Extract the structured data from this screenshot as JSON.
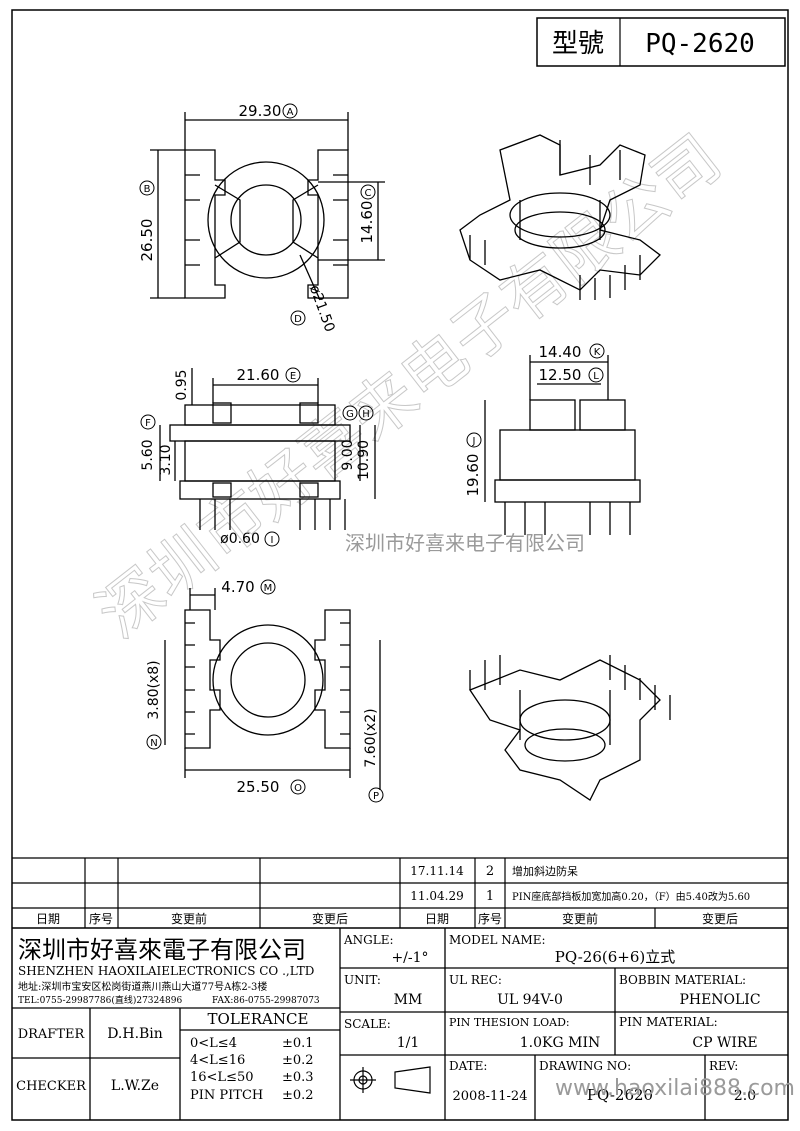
{
  "header": {
    "model_label": "型號",
    "model_value": "PQ-2620"
  },
  "dimensions": {
    "A": "29.30",
    "B": "26.50",
    "C": "14.60",
    "D": "ø21.50",
    "E": "21.60",
    "F": "5.60",
    "F2": "3.10",
    "G": "9.00",
    "H": "10.90",
    "I": "ø0.60",
    "K": "14.40",
    "L": "12.50",
    "J": "19.60",
    "top_pin": "0.95",
    "M": "4.70",
    "N": "3.80(x8)",
    "O": "25.50",
    "P": "7.60(x2)"
  },
  "markers": {
    "A": "A",
    "B": "B",
    "C": "C",
    "D": "D",
    "E": "E",
    "F": "F",
    "G": "G",
    "H": "H",
    "I": "I",
    "J": "J",
    "K": "K",
    "L": "L",
    "M": "M",
    "N": "N",
    "O": "O",
    "P": "P"
  },
  "watermark": {
    "main": "深圳市好喜来电子有限公司",
    "secondary": "深圳市好喜来电子有限公司",
    "site": "www.haoxilai888.com"
  },
  "revisions": {
    "rows": [
      {
        "date": "17.11.14",
        "no": "2",
        "after": "增加斜边防呆"
      },
      {
        "date": "11.04.29",
        "no": "1",
        "after": "PIN座底部挡板加宽加高0.20，（F）由5.40改为5.60"
      }
    ],
    "headers": {
      "date_l": "日期",
      "no_l": "序号",
      "before_l": "变更前",
      "after_l": "变更后",
      "date_r": "日期",
      "no_r": "序号",
      "before_r": "变更前",
      "after_r": "变更后"
    }
  },
  "company": {
    "name_cn": "深圳市好喜來電子有限公司",
    "name_en": "SHENZHEN HAOXILAIELECTRONICS CO .,LTD",
    "address": "地址:深圳市宝安区松岗街道燕川燕山大道77号A栋2-3楼",
    "tel": "TEL:0755-29987786(直线)27324896",
    "fax": "FAX:86-0755-29987073"
  },
  "title_block": {
    "angle_label": "ANGLE:",
    "angle_value": "+/-1°",
    "model_label": "MODEL NAME:",
    "model_value": "PQ-26(6+6)立式",
    "unit_label": "UNIT:",
    "unit_value": "MM",
    "ulrec_label": "UL REC:",
    "ulrec_value": "UL 94V-0",
    "bobbin_label": "BOBBIN MATERIAL:",
    "bobbin_value": "PHENOLIC",
    "scale_label": "SCALE:",
    "scale_value": "1/1",
    "pinload_label": "PIN THESION LOAD:",
    "pinload_value": "1.0KG MIN",
    "pinmat_label": "PIN MATERIAL:",
    "pinmat_value": "CP  WIRE",
    "date_label": "DATE:",
    "date_value": "2008-11-24",
    "drawing_label": "DRAWING NO:",
    "drawing_value": "PQ-2620",
    "rev_label": "REV:",
    "rev_value": "2.0",
    "drafter_label": "DRAFTER",
    "drafter_value": "D.H.Bin",
    "checker_label": "CHECKER",
    "checker_value": "L.W.Ze",
    "tolerance_label": "TOLERANCE",
    "tol_rows": [
      {
        "range": "0<L≤4",
        "value": "±0.1"
      },
      {
        "range": "4<L≤16",
        "value": "±0.2"
      },
      {
        "range": "16<L≤50",
        "value": "±0.3"
      },
      {
        "range": "PIN PITCH",
        "value": "±0.2"
      }
    ]
  }
}
